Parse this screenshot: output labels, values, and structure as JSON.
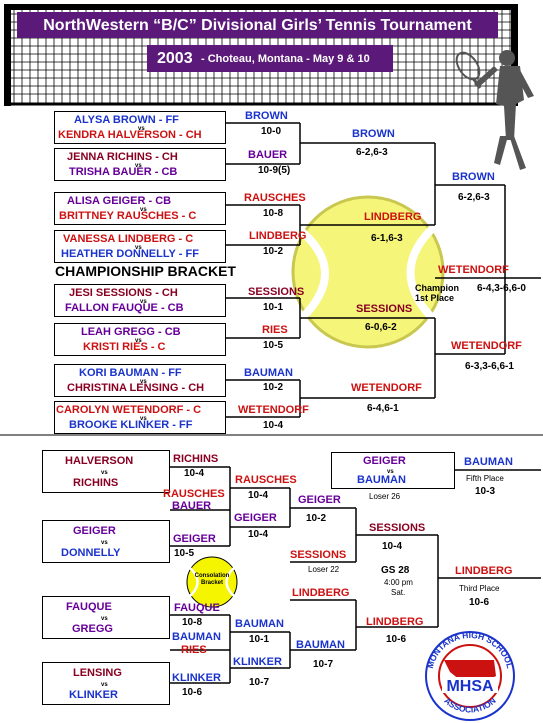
{
  "header": {
    "title": "NorthWestern “B/C” Divisional Girls’ Tennis Tournament",
    "year": "2003",
    "location": "- Choteau, Montana - May 9 & 10",
    "colors": {
      "banner": "#5b1a7a",
      "text": "#ffffff"
    }
  },
  "championship": {
    "title": "CHAMPIONSHIP  BRACKET",
    "matches": [
      {
        "top": "ALYSA BROWN - FF",
        "bottom": "KENDRA HALVERSON - CH",
        "winner": "BROWN",
        "score": "10-0"
      },
      {
        "top": "JENNA RICHINS - CH",
        "bottom": "TRISHA BAUER - CB",
        "winner": "BAUER",
        "score": "10-9(5)"
      },
      {
        "top": "ALISA GEIGER - CB",
        "bottom": "BRITTNEY RAUSCHES - C",
        "winner": "RAUSCHES",
        "score": "10-8"
      },
      {
        "top": "VANESSA LINDBERG - C",
        "bottom": "HEATHER DONNELLY - FF",
        "winner": "LINDBERG",
        "score": "10-2"
      },
      {
        "top": "JESI SESSIONS - CH",
        "bottom": "FALLON FAUQUE - CB",
        "winner": "SESSIONS",
        "score": "10-1"
      },
      {
        "top": "LEAH GREGG - CB",
        "bottom": "KRISTI RIES - C",
        "winner": "RIES",
        "score": "10-5"
      },
      {
        "top": "KORI BAUMAN - FF",
        "bottom": "CHRISTINA LENSING - CH",
        "winner": "BAUMAN",
        "score": "10-2"
      },
      {
        "top": "CAROLYN WETENDORF - C",
        "bottom": "BROOKE KLINKER - FF",
        "winner": "WETENDORF",
        "score": "10-4"
      }
    ],
    "round2": [
      {
        "winner": "BROWN",
        "score": "6-2,6-3"
      },
      {
        "winner": "LINDBERG",
        "score": "6-1,6-3"
      },
      {
        "winner": "SESSIONS",
        "score": "6-0,6-2"
      },
      {
        "winner": "WETENDORF",
        "score": "6-4,6-1"
      }
    ],
    "semis": [
      {
        "winner": "BROWN",
        "score": "6-2,6-3"
      },
      {
        "winner": "WETENDORF",
        "score": "6-3,3-6,6-1"
      }
    ],
    "final": {
      "winner": "WETENDORF",
      "score": "6-4,3-6,6-0",
      "label1": "Champion",
      "label2": "1st Place"
    }
  },
  "consolation": {
    "pairs": [
      {
        "top": "HALVERSON",
        "bottom": "RICHINS"
      },
      {
        "top": "GEIGER",
        "bottom": "DONNELLY"
      },
      {
        "top": "FAUQUE",
        "bottom": "GREGG"
      },
      {
        "top": "LENSING",
        "bottom": "KLINKER"
      }
    ],
    "r1": [
      {
        "winner": "RICHINS",
        "score": "10-4"
      },
      {
        "winner": "GEIGER",
        "score": "10-5"
      },
      {
        "winner": "FAUQUE",
        "score": "10-8"
      },
      {
        "winner": "KLINKER",
        "score": "10-6"
      }
    ],
    "feeders": [
      "RAUSCHES",
      "BAUER",
      "BAUMAN",
      "RIES"
    ],
    "r2": [
      {
        "winner": "RAUSCHES",
        "score": "10-4"
      },
      {
        "winner": "GEIGER",
        "score": "10-4"
      },
      {
        "winner": "BAUMAN",
        "score": "10-1"
      },
      {
        "winner": "KLINKER",
        "score": "10-7"
      }
    ],
    "r3": [
      {
        "winner": "GEIGER",
        "score": "10-2"
      },
      {
        "winner": "BAUMAN",
        "score": "10-7"
      }
    ],
    "losers": [
      {
        "name": "SESSIONS",
        "note": "Loser 22"
      },
      {
        "name": "LINDBERG"
      }
    ],
    "r4": [
      {
        "winner": "SESSIONS",
        "score": "10-4"
      },
      {
        "winner": "LINDBERG",
        "score": "10-6"
      }
    ],
    "game": {
      "id": "GS 28",
      "time": "4:00 pm",
      "day": "Sat."
    },
    "third": {
      "winner": "LINDBERG",
      "label": "Third Place",
      "score": "10-6"
    },
    "fifth": {
      "top": "GEIGER",
      "bottom": "BAUMAN",
      "note": "Loser 26",
      "winner": "BAUMAN",
      "label": "Fifth Place",
      "score": "10-3"
    },
    "ball_label": "Consolation Bracket"
  },
  "logo": {
    "text": "MHSA",
    "ring_top": "MONTANA HIGH SCHOOL",
    "ring_bottom": "ASSOCIATION"
  },
  "vs": "vs"
}
